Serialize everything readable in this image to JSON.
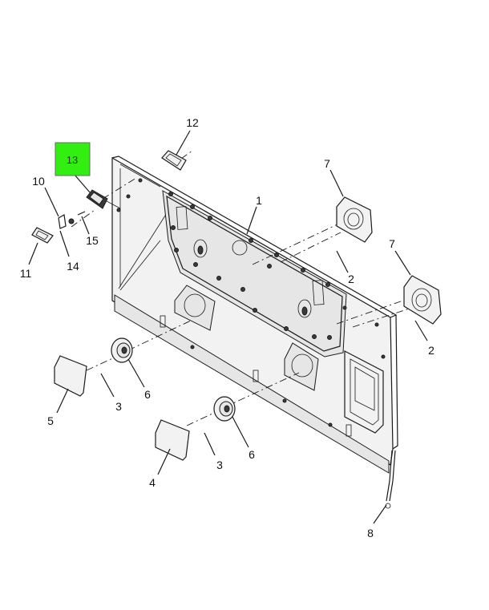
{
  "highlight": {
    "label": "13",
    "color": "#33ee11"
  },
  "callouts": {
    "c1": "1",
    "c2a": "2",
    "c2b": "2",
    "c3a": "3",
    "c3b": "3",
    "c4": "4",
    "c5": "5",
    "c6a": "6",
    "c6b": "6",
    "c7a": "7",
    "c7b": "7",
    "c8": "8",
    "c10": "10",
    "c11": "11",
    "c12": "12",
    "c14": "14",
    "c15": "15"
  }
}
